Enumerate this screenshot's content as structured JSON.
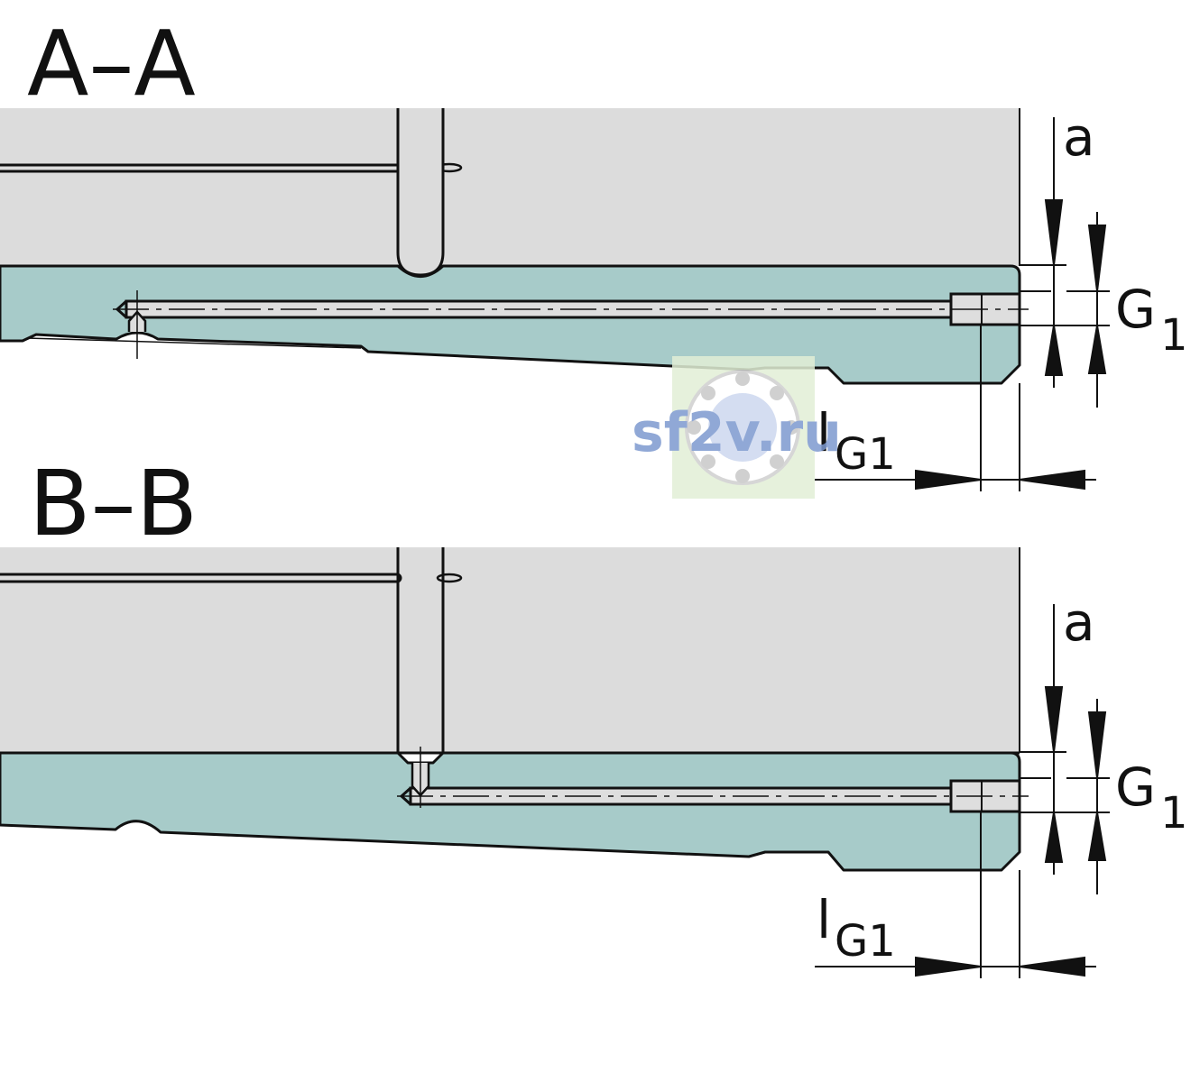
{
  "sections": [
    {
      "title": "A–A",
      "dim_a": "a",
      "dim_G": "G",
      "dim_G_sub": "1",
      "dim_l": "l",
      "dim_l_sub": "G1"
    },
    {
      "title": "B–B",
      "dim_a": "a",
      "dim_G": "G",
      "dim_G_sub": "1",
      "dim_l": "l",
      "dim_l_sub": "G1"
    }
  ],
  "watermark": {
    "text": "sf2v.ru"
  },
  "colors": {
    "upper_part": "#dcdcdc",
    "lower_part": "#a7cbc9",
    "bore": "#dedede",
    "line": "#111111",
    "watermark_text": "#7d99cf",
    "watermark_bg": "#e2efd6"
  }
}
